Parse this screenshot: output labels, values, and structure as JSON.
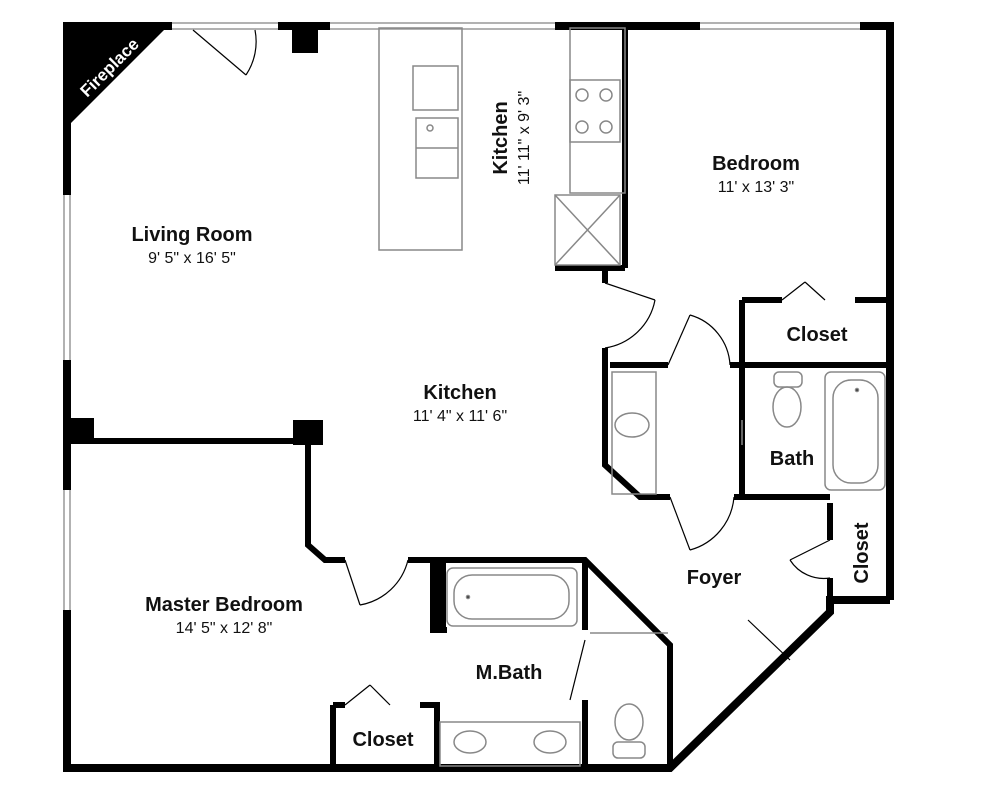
{
  "rooms": {
    "living_room": {
      "name": "Living Room",
      "dim": "9' 5\" x 16' 5\""
    },
    "kitchen_upper": {
      "name": "Kitchen",
      "dim": "11' 11\" x 9' 3\""
    },
    "bedroom": {
      "name": "Bedroom",
      "dim": "11' x 13' 3\""
    },
    "closet_bedroom": {
      "name": "Closet"
    },
    "kitchen_main": {
      "name": "Kitchen",
      "dim": "11' 4\" x 11' 6\""
    },
    "bath": {
      "name": "Bath"
    },
    "foyer": {
      "name": "Foyer"
    },
    "closet_foyer": {
      "name": "Closet"
    },
    "master_bedroom": {
      "name": "Master Bedroom",
      "dim": "14' 5\" x 12' 8\""
    },
    "master_bath": {
      "name": "M.Bath"
    },
    "closet_master": {
      "name": "Closet"
    },
    "fireplace": {
      "name": "Fireplace"
    }
  },
  "colors": {
    "wall": "#000000",
    "fixture": "#9a9a9a",
    "background": "#ffffff"
  }
}
